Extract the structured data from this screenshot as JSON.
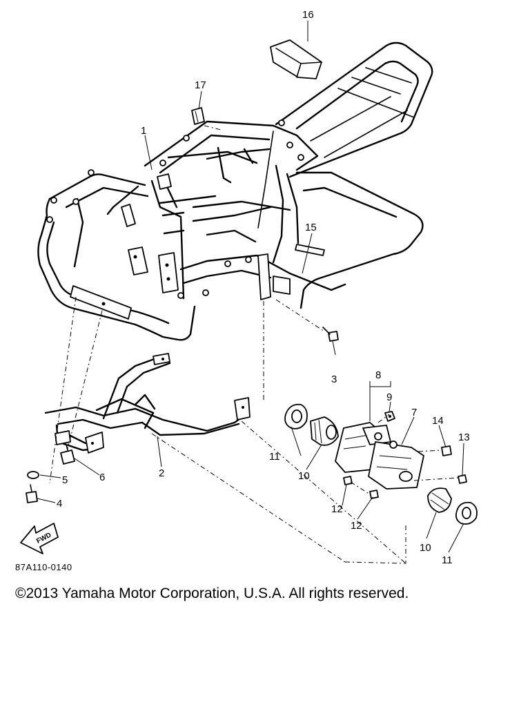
{
  "diagram": {
    "callouts": [
      {
        "id": "16",
        "label": "16"
      },
      {
        "id": "17",
        "label": "17"
      },
      {
        "id": "1",
        "label": "1"
      },
      {
        "id": "15",
        "label": "15"
      },
      {
        "id": "3",
        "label": "3"
      },
      {
        "id": "8",
        "label": "8"
      },
      {
        "id": "9",
        "label": "9"
      },
      {
        "id": "7",
        "label": "7"
      },
      {
        "id": "14",
        "label": "14"
      },
      {
        "id": "13",
        "label": "13"
      },
      {
        "id": "11a",
        "label": "11"
      },
      {
        "id": "10a",
        "label": "10"
      },
      {
        "id": "12a",
        "label": "12"
      },
      {
        "id": "12b",
        "label": "12"
      },
      {
        "id": "10b",
        "label": "10"
      },
      {
        "id": "11b",
        "label": "11"
      },
      {
        "id": "2",
        "label": "2"
      },
      {
        "id": "6",
        "label": "6"
      },
      {
        "id": "5",
        "label": "5"
      },
      {
        "id": "4",
        "label": "4"
      }
    ],
    "fwd_label": "FWD",
    "diagram_code": "87A110-0140"
  },
  "footer": {
    "copyright": "©2013 Yamaha Motor Corporation, U.S.A. All rights reserved."
  }
}
